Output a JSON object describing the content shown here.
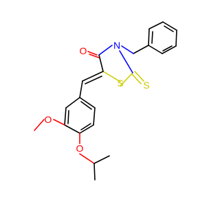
{
  "molecule": {
    "atoms": {
      "carbonyl_oxygen": "O",
      "nitrogen": "N",
      "ring_sulfur": "S",
      "thione_sulfur": "S",
      "methoxy_oxygen": "O",
      "isopropoxy_oxygen": "O"
    },
    "colors": {
      "oxygen": "#ff0000",
      "nitrogen": "#0000ff",
      "sulfur": "#cccc00",
      "bond": "#000000"
    }
  }
}
